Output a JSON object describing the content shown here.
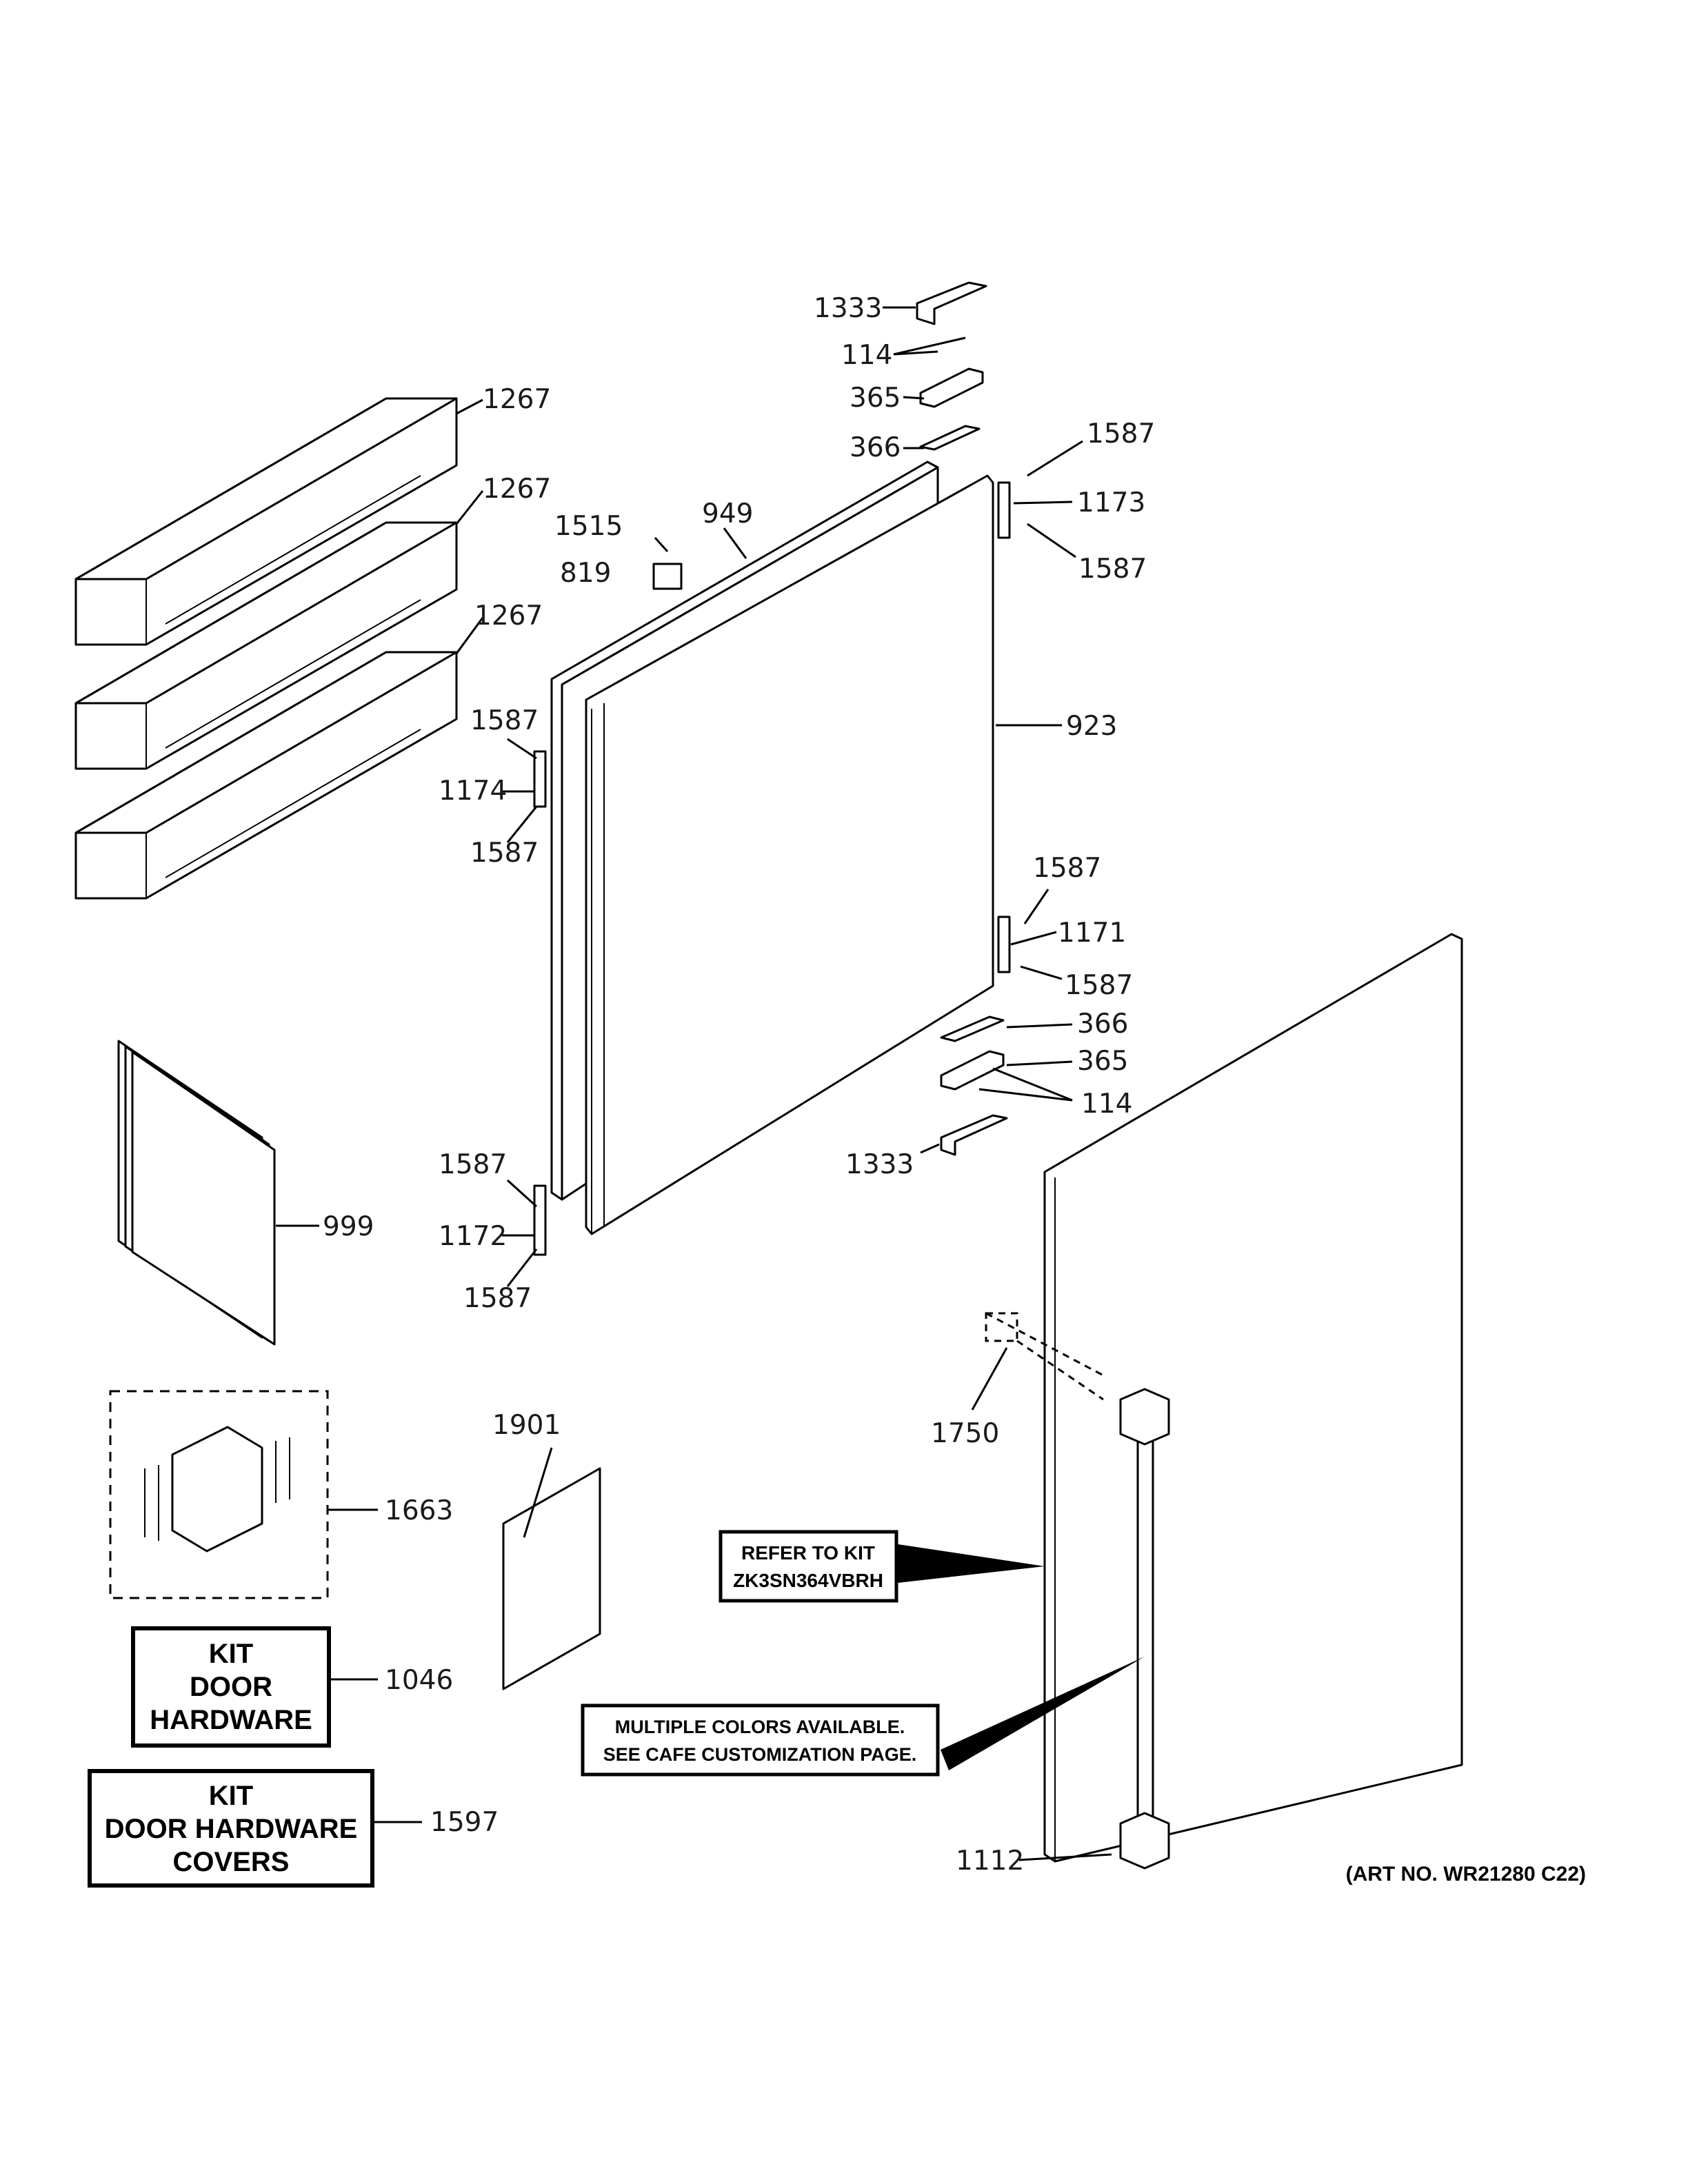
{
  "labels": {
    "l1333a": "1333",
    "l114a": "114",
    "l365a": "365",
    "l366a": "366",
    "l1587a": "1587",
    "l1173": "1173",
    "l1587b": "1587",
    "l1267a": "1267",
    "l1267b": "1267",
    "l1267c": "1267",
    "l1515": "1515",
    "l949": "949",
    "l819": "819",
    "l923": "923",
    "l1587c": "1587",
    "l1174": "1174",
    "l1587d": "1587",
    "l1587e": "1587",
    "l1171": "1171",
    "l1587f": "1587",
    "l366b": "366",
    "l365b": "365",
    "l114b": "114",
    "l1333b": "1333",
    "l1587g": "1587",
    "l1172": "1172",
    "l1587h": "1587",
    "l999": "999",
    "l1750": "1750",
    "l1901": "1901",
    "l1663": "1663",
    "l1046": "1046",
    "l1597": "1597",
    "l1112": "1112"
  },
  "boxes": {
    "kit_door_hardware": [
      "KIT",
      "DOOR",
      "HARDWARE"
    ],
    "kit_door_hardware_covers": [
      "KIT",
      "DOOR HARDWARE",
      "COVERS"
    ],
    "refer_to_kit": [
      "REFER TO KIT",
      "ZK3SN364VBRH"
    ],
    "multiple_colors": [
      "MULTIPLE COLORS AVAILABLE.",
      "SEE CAFE CUSTOMIZATION PAGE."
    ]
  },
  "art_number": "(ART NO. WR21280 C22)"
}
